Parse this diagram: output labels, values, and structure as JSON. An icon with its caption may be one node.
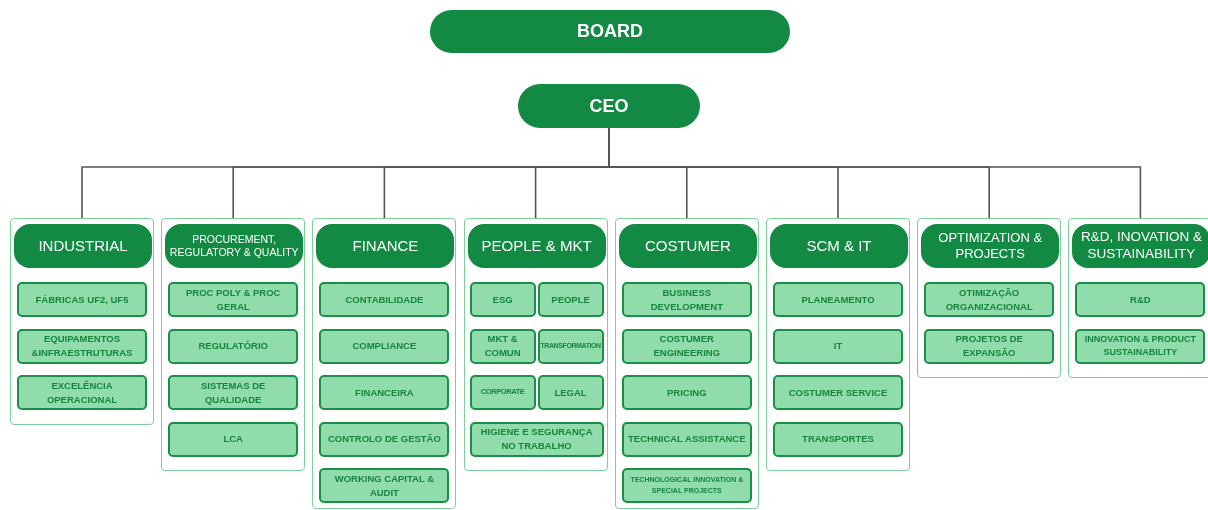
{
  "diagram": {
    "nodes": [
      {
        "text": [
          "BOARD"
        ]
      },
      {
        "text": [
          "CEO"
        ]
      },
      {
        "text": [],
        "shape": "box"
      },
      {
        "text": [
          "INDUSTRIAL"
        ],
        "in": 2
      },
      {
        "text": [
          "FÁBRICAS UF2, UF5"
        ],
        "in": 2
      },
      {
        "text": [
          "EQUIPAMENTOS &INFRAESTRUTURAS"
        ],
        "in": 2
      },
      {
        "text": [
          "EXCELÊNCIA OPERACIONAL"
        ],
        "in": 2
      },
      {
        "text": [],
        "shape": "box"
      },
      {
        "text": [
          "PROCUREMENT, REGULATORY & QUALITY"
        ],
        "in": 7
      },
      {
        "text": [
          "PROC POLY & PROC GERAL"
        ],
        "in": 7
      },
      {
        "text": [
          "REGULATÓRIO"
        ],
        "in": 7
      },
      {
        "text": [
          "SISTEMAS DE QUALIDADE"
        ],
        "in": 7
      },
      {
        "text": [
          "LCA"
        ],
        "in": 7
      },
      {
        "text": [],
        "shape": "box"
      },
      {
        "text": [
          "FINANCE"
        ],
        "in": 13
      },
      {
        "text": [
          "CONTABILIDADE"
        ],
        "in": 13
      },
      {
        "text": [
          "COMPLIANCE"
        ],
        "in": 13
      },
      {
        "text": [
          "FINANCEIRA"
        ],
        "in": 13
      },
      {
        "text": [
          "CONTROLO DE GESTÃO"
        ],
        "in": 13
      },
      {
        "text": [
          "WORKING CAPITAL & AUDIT"
        ],
        "in": 13
      },
      {
        "text": [],
        "shape": "box"
      },
      {
        "text": [
          "PEOPLE & MKT"
        ],
        "in": 20
      },
      {
        "text": [
          "ESG"
        ],
        "in": 20
      },
      {
        "text": [
          "PEOPLE"
        ],
        "in": 20
      },
      {
        "text": [
          "MKT & COMUN"
        ],
        "in": 20
      },
      {
        "text": [
          "TRANSFORMATION"
        ],
        "in": 20
      },
      {
        "text": [
          "CORPORATE"
        ],
        "in": 20
      },
      {
        "text": [
          "LEGAL"
        ],
        "in": 20
      },
      {
        "text": [
          "HIGIENE E SEGURANÇA NO TRABALHO"
        ],
        "in": 20
      },
      {
        "text": [],
        "shape": "box"
      },
      {
        "text": [
          "COSTUMER"
        ],
        "in": 29
      },
      {
        "text": [
          "BUSINESS DEVELOPMENT"
        ],
        "in": 29
      },
      {
        "text": [
          "COSTUMER ENGINEERING"
        ],
        "in": 29
      },
      {
        "text": [
          "PRICING"
        ],
        "in": 29
      },
      {
        "text": [
          "TECHNICAL ASSISTANCE"
        ],
        "in": 29
      },
      {
        "text": [
          "TECHNOLOGICAL INNOVATION & SPECIAL PROJECTS"
        ],
        "in": 29
      },
      {
        "text": [],
        "shape": "box"
      },
      {
        "text": [
          "SCM & IT"
        ],
        "in": 36
      },
      {
        "text": [
          "PLANEAMENTO"
        ],
        "in": 36
      },
      {
        "text": [
          "IT"
        ],
        "in": 36
      },
      {
        "text": [
          "COSTUMER SERVICE"
        ],
        "in": 36
      },
      {
        "text": [
          "TRANSPORTES"
        ],
        "in": 36
      },
      {
        "text": [],
        "shape": "box"
      },
      {
        "text": [
          "OPTIMIZATION & PROJECTS"
        ],
        "in": 42
      },
      {
        "text": [
          "OTIMIZAÇÃO ORGANIZACIONAL"
        ],
        "in": 42
      },
      {
        "text": [
          "PROJETOS DE EXPANSÃO"
        ],
        "in": 42
      },
      {
        "text": [],
        "shape": "box"
      },
      {
        "text": [
          "R&D, INOVATION & SUSTAINABILITY"
        ],
        "in": 46
      },
      {
        "text": [
          "R&D"
        ],
        "in": 46
      },
      {
        "text": [
          "INNOVATION & PRODUCT SUSTAINABILITY"
        ],
        "in": 46
      }
    ],
    "edges": [
      {
        "from": 1,
        "to": 2,
        "arrow": "none"
      },
      {
        "from": 1,
        "to": 7,
        "arrow": "none"
      },
      {
        "from": 1,
        "to": 13,
        "arrow": "none"
      },
      {
        "from": 1,
        "to": 20,
        "arrow": "none"
      },
      {
        "from": 1,
        "to": 29,
        "arrow": "none"
      },
      {
        "from": 1,
        "to": 36,
        "arrow": "none"
      },
      {
        "from": 1,
        "to": 42,
        "arrow": "none"
      },
      {
        "from": 1,
        "to": 46,
        "arrow": "none"
      }
    ]
  }
}
